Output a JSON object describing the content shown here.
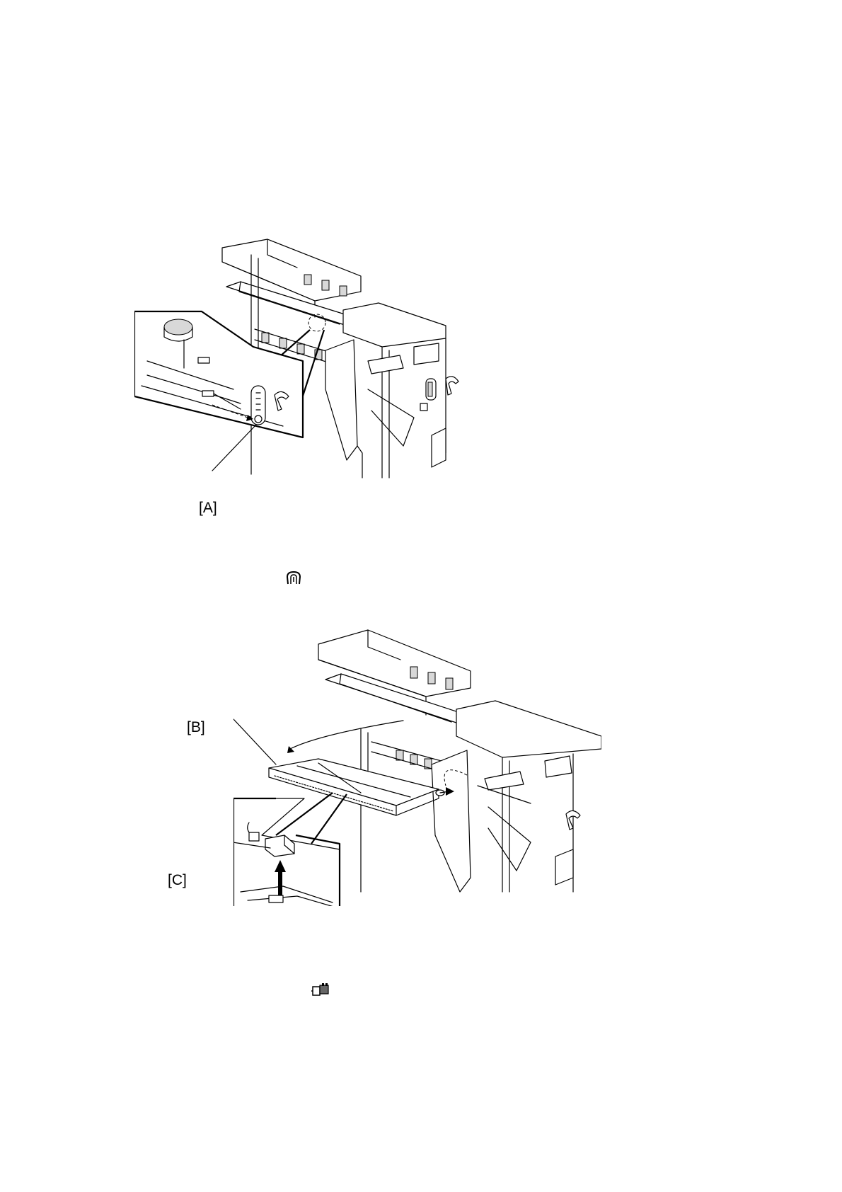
{
  "figures": [
    {
      "callouts": [
        {
          "label": "[A]"
        }
      ],
      "icon": "e-ring-clip-icon"
    },
    {
      "callouts": [
        {
          "label": "[B]"
        },
        {
          "label": "[C]"
        }
      ],
      "icon": "connector-icon"
    }
  ]
}
